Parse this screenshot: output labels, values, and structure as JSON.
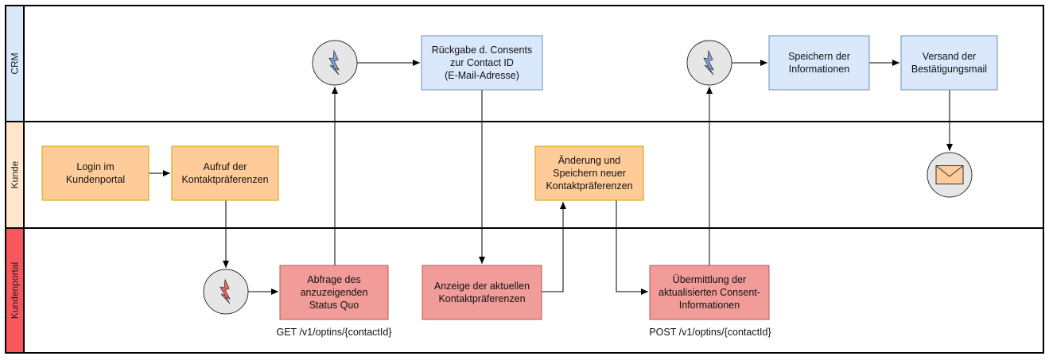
{
  "colors": {
    "crm_lane": "#dae8fc",
    "crm_task": "#dae8fc",
    "crm_border": "#6c8ebf",
    "kunde_lane": "#ffe6cc",
    "kunde_task": "#ffcc99",
    "kunde_border": "#d79b00",
    "portal_lane": "#f8575b",
    "portal_task": "#f19c99",
    "portal_border": "#b85450",
    "event_fill": "#e6e6e6",
    "event_border": "#333333",
    "lightning_crm": "#7ea6e0",
    "lightning_portal": "#f26464",
    "envelope_fill": "#ffcc99",
    "line": "#000000"
  },
  "lanes": [
    {
      "id": "crm",
      "label": "CRM"
    },
    {
      "id": "kunde",
      "label": "Kunde"
    },
    {
      "id": "portal",
      "label": "Kundenportal"
    }
  ],
  "tasks": [
    {
      "id": "login",
      "lane": "kunde",
      "lines": [
        "Login im",
        "Kundenportal"
      ]
    },
    {
      "id": "aufruf",
      "lane": "kunde",
      "lines": [
        "Aufruf der",
        "Kontaktpräferenzen"
      ]
    },
    {
      "id": "aenderung",
      "lane": "kunde",
      "lines": [
        "Änderung und",
        "Speichern neuer",
        "Kontaktpräferenzen"
      ]
    },
    {
      "id": "abfrage",
      "lane": "portal",
      "lines": [
        "Abfrage des",
        "anzuzeigenden",
        "Status Quo"
      ]
    },
    {
      "id": "anzeige",
      "lane": "portal",
      "lines": [
        "Anzeige der aktuellen",
        "Kontaktpräferenzen"
      ]
    },
    {
      "id": "uebermittlung",
      "lane": "portal",
      "lines": [
        "Übermittlung der",
        "aktualisierten Consent-",
        "Informationen"
      ]
    },
    {
      "id": "rueckgabe",
      "lane": "crm",
      "lines": [
        "Rückgabe d. Consents",
        "zur Contact ID",
        "(E-Mail-Adresse)"
      ]
    },
    {
      "id": "speichern",
      "lane": "crm",
      "lines": [
        "Speichern der",
        "Informationen"
      ]
    },
    {
      "id": "versand",
      "lane": "crm",
      "lines": [
        "Versand der",
        "Bestätigungsmail"
      ]
    }
  ],
  "events": [
    {
      "id": "ev_portal",
      "lane": "portal",
      "icon": "lightning-icon"
    },
    {
      "id": "ev_crm1",
      "lane": "crm",
      "icon": "lightning-icon"
    },
    {
      "id": "ev_crm2",
      "lane": "crm",
      "icon": "lightning-icon"
    },
    {
      "id": "ev_mail",
      "lane": "kunde",
      "icon": "envelope-icon"
    }
  ],
  "annotations": [
    {
      "id": "get",
      "text": "GET /v1/optins/{contactId}"
    },
    {
      "id": "post",
      "text": "POST /v1/optins/{contactId}"
    }
  ],
  "edges": [
    {
      "from": "login",
      "to": "aufruf"
    },
    {
      "from": "aufruf",
      "to": "ev_portal"
    },
    {
      "from": "ev_portal",
      "to": "abfrage"
    },
    {
      "from": "abfrage",
      "to": "ev_crm1"
    },
    {
      "from": "ev_crm1",
      "to": "rueckgabe"
    },
    {
      "from": "rueckgabe",
      "to": "anzeige"
    },
    {
      "from": "anzeige",
      "to": "aenderung"
    },
    {
      "from": "aenderung",
      "to": "uebermittlung"
    },
    {
      "from": "uebermittlung",
      "to": "ev_crm2"
    },
    {
      "from": "ev_crm2",
      "to": "speichern"
    },
    {
      "from": "speichern",
      "to": "versand"
    },
    {
      "from": "versand",
      "to": "ev_mail"
    }
  ]
}
